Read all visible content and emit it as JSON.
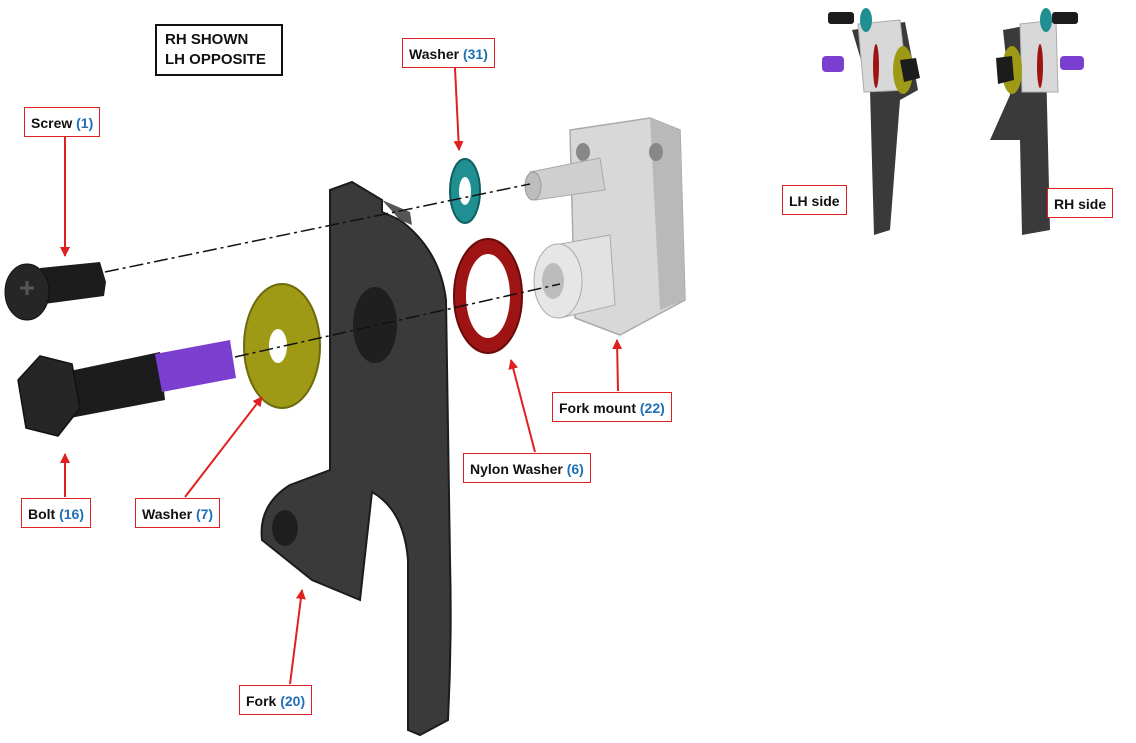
{
  "note": {
    "line1": "RH SHOWN",
    "line2": "LH OPPOSITE"
  },
  "callouts": {
    "screw": {
      "label": "Screw",
      "num": "(1)"
    },
    "washer31": {
      "label": "Washer",
      "num": "(31)"
    },
    "bolt": {
      "label": "Bolt",
      "num": "(16)"
    },
    "washer7": {
      "label": "Washer",
      "num": "(7)"
    },
    "nylon": {
      "label": "Nylon Washer",
      "num": "(6)"
    },
    "forkmount": {
      "label": "Fork mount",
      "num": "(22)"
    },
    "fork": {
      "label": "Fork",
      "num": "(20)"
    }
  },
  "views": {
    "lh": "LH side",
    "rh": "RH side"
  },
  "colors": {
    "callout_border": "#e02020",
    "arrow": "#e02020",
    "part_number": "#1f6fb4",
    "fork": "#3a3a3a",
    "fork_mount": "#d8d8d8",
    "washer_teal": "#1f8f92",
    "washer_red": "#9e1414",
    "washer_yellow": "#9e9a16",
    "bolt_purple": "#7b3fd0",
    "screw_black": "#1c1c1c"
  }
}
